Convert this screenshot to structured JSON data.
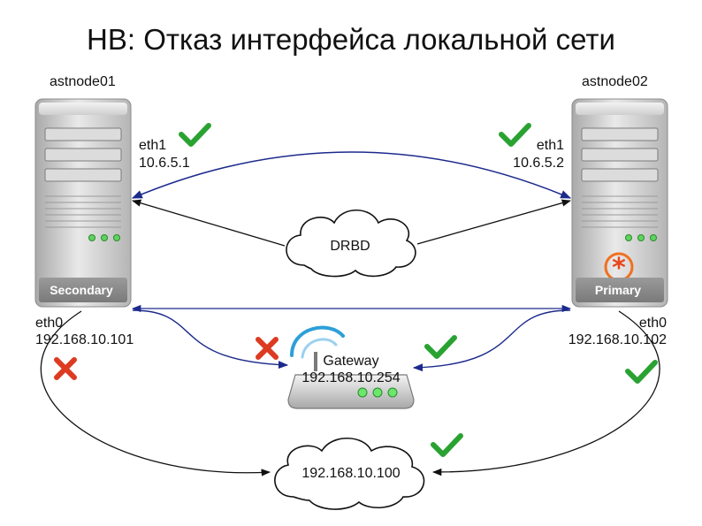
{
  "title": "HB: Отказ интерфейса локальной сети",
  "nodes": {
    "left": {
      "hostname": "astnode01",
      "role": "Secondary",
      "eth1": {
        "name": "eth1",
        "ip": "10.6.5.1",
        "status": "ok"
      },
      "eth0": {
        "name": "eth0",
        "ip": "192.168.10.101",
        "status": "failed"
      }
    },
    "right": {
      "hostname": "astnode02",
      "role": "Primary",
      "eth1": {
        "name": "eth1",
        "ip": "10.6.5.2",
        "status": "ok"
      },
      "eth0": {
        "name": "eth0",
        "ip": "192.168.10.102",
        "status": "ok"
      }
    }
  },
  "drbd": {
    "label": "DRBD"
  },
  "gateway": {
    "label": "Gateway",
    "ip": "192.168.10.254",
    "left_link": "failed",
    "right_link": "ok"
  },
  "vip": {
    "ip": "192.168.10.100",
    "status": "ok"
  },
  "colors": {
    "ok": "#2aa232",
    "failed": "#dd3a22",
    "link": "#1c2a8c",
    "arrow": "#111111",
    "primary_logo": "#f07020"
  },
  "icons": {
    "ok": "check-icon",
    "failed": "cross-icon",
    "primary_logo": "asterisk-logo-icon"
  }
}
